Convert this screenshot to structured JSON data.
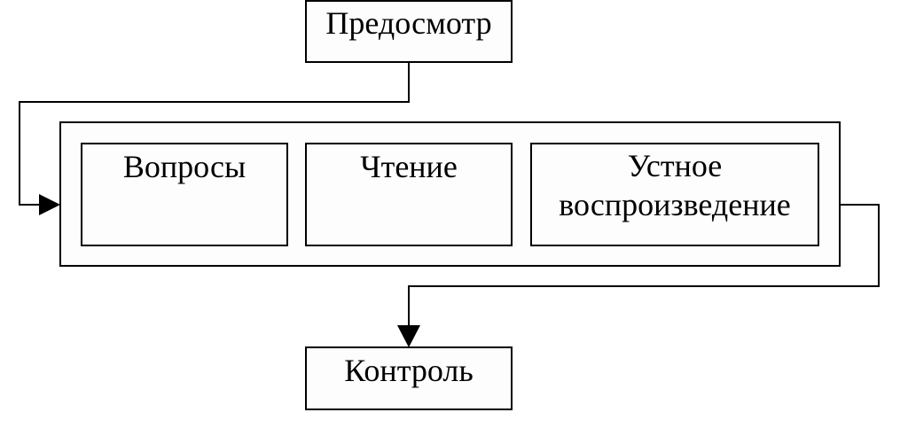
{
  "diagram": {
    "preview_label": "Предосмотр",
    "stages": [
      {
        "label": "Вопросы"
      },
      {
        "label": "Чтение"
      },
      {
        "label_line1": "Устное",
        "label_line2": "воспроизведение"
      }
    ],
    "control_label": "Контроль"
  }
}
